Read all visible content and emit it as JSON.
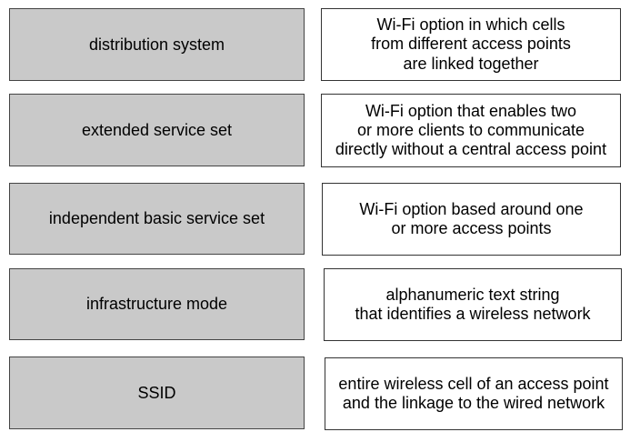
{
  "terms": [
    {
      "label": "distribution system"
    },
    {
      "label": "extended service set"
    },
    {
      "label": "independent basic service set"
    },
    {
      "label": "infrastructure mode"
    },
    {
      "label": "SSID"
    }
  ],
  "definitions": [
    {
      "lines": [
        "Wi-Fi option in which cells",
        "from different access points",
        "are linked together"
      ]
    },
    {
      "lines": [
        "Wi-Fi option that enables two",
        "or more clients to communicate",
        "directly without a central access point"
      ]
    },
    {
      "lines": [
        "Wi-Fi option based around one",
        "or more access points"
      ]
    },
    {
      "lines": [
        "alphanumeric text string",
        "that identifies a wireless network"
      ]
    },
    {
      "lines": [
        "entire wireless cell of an access point",
        "and the linkage to the wired network"
      ]
    }
  ]
}
